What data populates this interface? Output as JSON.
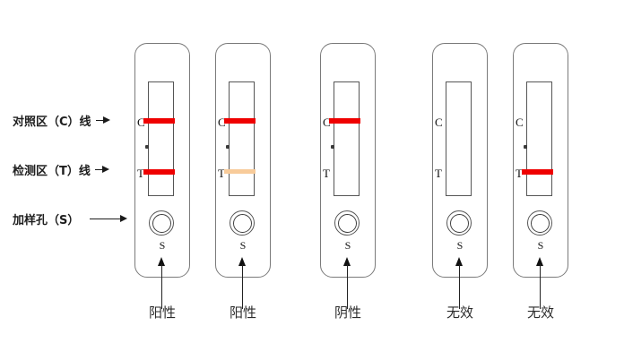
{
  "figure": {
    "title_visible": false,
    "background": "#ffffff",
    "line_colors": {
      "strong_red": "#ef0000",
      "faint_orange": "#f8cb9a",
      "outline_gray": "#7a7a7a",
      "window_gray": "#555555",
      "text_black": "#1a1a1a"
    }
  },
  "annotations": [
    {
      "id": "control-line",
      "text": "对照区（C）线",
      "arrow": "short-right-arrow"
    },
    {
      "id": "test-line",
      "text": "检测区（T）线",
      "arrow": "short-right-arrow"
    },
    {
      "id": "sample-well",
      "text": "加样孔（S）",
      "arrow": "long-right-arrow"
    }
  ],
  "letters": {
    "control": "C",
    "test": "T",
    "sample": "S"
  },
  "strips": [
    {
      "index": 1,
      "caption": "阳性",
      "c_line": {
        "visible": true,
        "color": "#ef0000",
        "intensity": "strong"
      },
      "t_line": {
        "visible": true,
        "color": "#ef0000",
        "intensity": "strong"
      }
    },
    {
      "index": 2,
      "caption": "阳性",
      "c_line": {
        "visible": true,
        "color": "#ef0000",
        "intensity": "strong"
      },
      "t_line": {
        "visible": true,
        "color": "#f8cb9a",
        "intensity": "faint"
      }
    },
    {
      "index": 3,
      "caption": "阴性",
      "c_line": {
        "visible": true,
        "color": "#ef0000",
        "intensity": "strong"
      },
      "t_line": {
        "visible": false,
        "color": "",
        "intensity": "none"
      }
    },
    {
      "index": 4,
      "caption": "无效",
      "c_line": {
        "visible": false,
        "color": "",
        "intensity": "none"
      },
      "t_line": {
        "visible": false,
        "color": "",
        "intensity": "none"
      }
    },
    {
      "index": 5,
      "caption": "无效",
      "c_line": {
        "visible": false,
        "color": "",
        "intensity": "none"
      },
      "t_line": {
        "visible": true,
        "color": "#ef0000",
        "intensity": "strong"
      }
    }
  ]
}
